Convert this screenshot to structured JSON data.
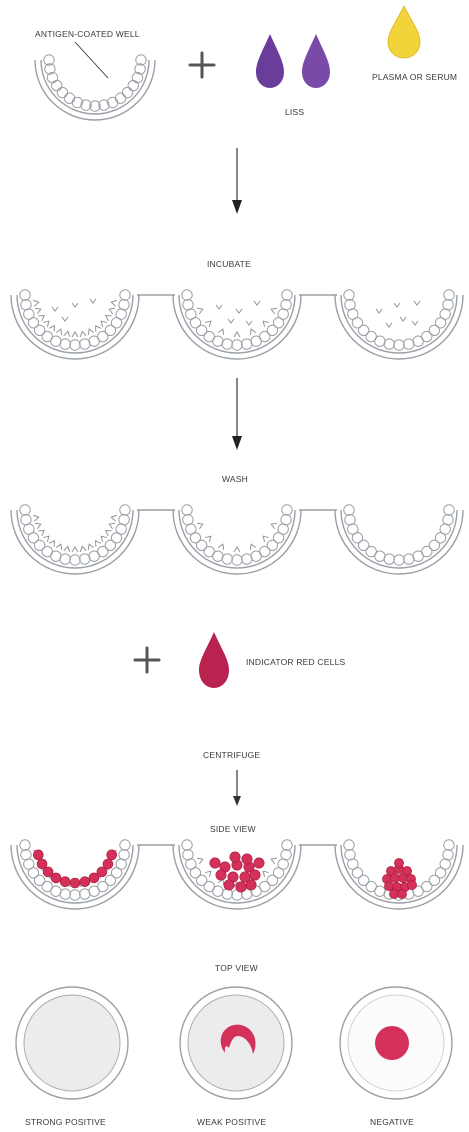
{
  "labels": {
    "antigen_well": "ANTIGEN-COATED WELL",
    "liss": "LISS",
    "plasma": "PLASMA OR SERUM",
    "incubate": "INCUBATE",
    "wash": "WASH",
    "indicator": "INDICATOR RED CELLS",
    "centrifuge": "CENTRIFUGE",
    "side_view": "SIDE VIEW",
    "top_view": "TOP VIEW",
    "strong_positive": "STRONG POSITIVE",
    "weak_positive": "WEAK POSITIVE",
    "negative": "NEGATIVE"
  },
  "colors": {
    "liss_drop": "#6a3d9a",
    "plasma_drop": "#f2d33a",
    "indicator_drop": "#b8234f",
    "red_cells": "#d3305a",
    "well_outline": "#9aa0a6",
    "top_view_fill": "#ececec"
  },
  "icons": [
    "plus-icon",
    "arrow-down-icon",
    "drop-icon"
  ]
}
